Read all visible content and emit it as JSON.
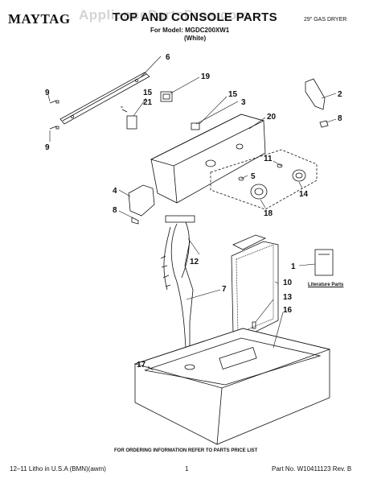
{
  "header": {
    "brand": "MAYTAG",
    "title": "TOP AND CONSOLE PARTS",
    "model": "For Model: MGDC200XW1",
    "color": "(White)",
    "product": "29\" GAS DRYER",
    "watermark": "AppliancePartsPros.com"
  },
  "callouts": [
    "6",
    "19",
    "9",
    "15",
    "21",
    "15",
    "3",
    "20",
    "9",
    "2",
    "8",
    "11",
    "5",
    "14",
    "4",
    "18",
    "8",
    "12",
    "1",
    "7",
    "10",
    "13",
    "16",
    "17"
  ],
  "literature_label": "Literature Parts",
  "footer": {
    "ordering_note": "FOR ORDERING INFORMATION REFER TO PARTS PRICE LIST",
    "litho": "12–11 Litho in U.S.A (BMN)(awm)",
    "page": "1",
    "part_number": "Part No. W10411123 Rev. B"
  },
  "colors": {
    "ink": "#111111",
    "watermark": "#a0a0a0"
  }
}
